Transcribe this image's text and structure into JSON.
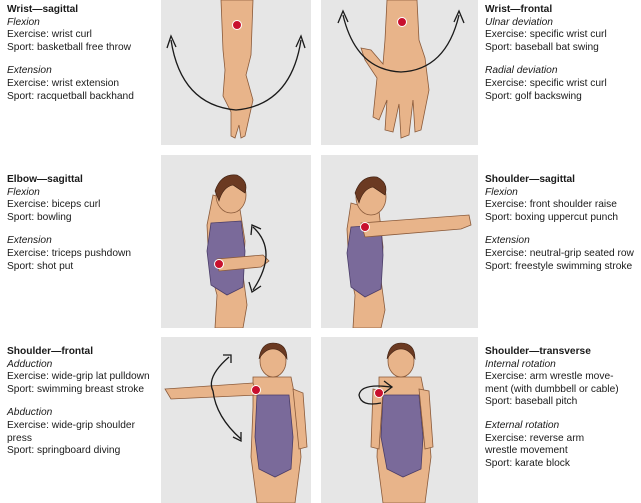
{
  "cells": [
    {
      "id": "wrist-sagittal",
      "title": "Wrist—sagittal",
      "groups": [
        {
          "motion": "Flexion",
          "lines": [
            "Exercise: wrist curl",
            "Sport: basketball free throw"
          ]
        },
        {
          "motion": "Extension",
          "lines": [
            "Exercise: wrist extension",
            "Sport: racquetball backhand"
          ]
        }
      ]
    },
    {
      "id": "wrist-frontal",
      "title": "Wrist—frontal",
      "groups": [
        {
          "motion": "Ulnar deviation",
          "lines": [
            "Exercise: specific wrist curl",
            "Sport: baseball bat swing"
          ]
        },
        {
          "motion": "Radial deviation",
          "lines": [
            "Exercise: specific wrist curl",
            "Sport: golf backswing"
          ]
        }
      ]
    },
    {
      "id": "elbow-sagittal",
      "title": "Elbow—sagittal",
      "groups": [
        {
          "motion": "Flexion",
          "lines": [
            "Exercise: biceps curl",
            "Sport: bowling"
          ]
        },
        {
          "motion": "Extension",
          "lines": [
            "Exercise: triceps pushdown",
            "Sport: shot put"
          ]
        }
      ]
    },
    {
      "id": "shoulder-sagittal",
      "title": "Shoulder—sagittal",
      "groups": [
        {
          "motion": "Flexion",
          "lines": [
            "Exercise: front shoulder raise",
            "Sport: boxing uppercut punch"
          ]
        },
        {
          "motion": "Extension",
          "lines": [
            "Exercise: neutral-grip seated row",
            "Sport: freestyle swimming stroke"
          ]
        }
      ]
    },
    {
      "id": "shoulder-frontal",
      "title": "Shoulder—frontal",
      "groups": [
        {
          "motion": "Adduction",
          "lines": [
            "Exercise: wide-grip lat pulldown",
            "Sport: swimming breast stroke"
          ]
        },
        {
          "motion": "Abduction",
          "lines": [
            "Exercise: wide-grip shoulder",
            "press",
            "Sport: springboard diving"
          ]
        }
      ]
    },
    {
      "id": "shoulder-transverse",
      "title": "Shoulder—transverse",
      "groups": [
        {
          "motion": "Internal rotation",
          "lines": [
            "Exercise: arm wrestle move-",
            "ment (with dumbbell or cable)",
            "Sport: baseball pitch"
          ]
        },
        {
          "motion": "External rotation",
          "lines": [
            "Exercise: reverse arm",
            "wrestle movement",
            "Sport: karate block"
          ]
        }
      ]
    }
  ],
  "colors": {
    "panel_bg": "#e6e6e6",
    "joint_marker": "#c8102e",
    "skin": "#e8b48a",
    "swimsuit": "#7a6a9a",
    "hair": "#6b3a22"
  }
}
